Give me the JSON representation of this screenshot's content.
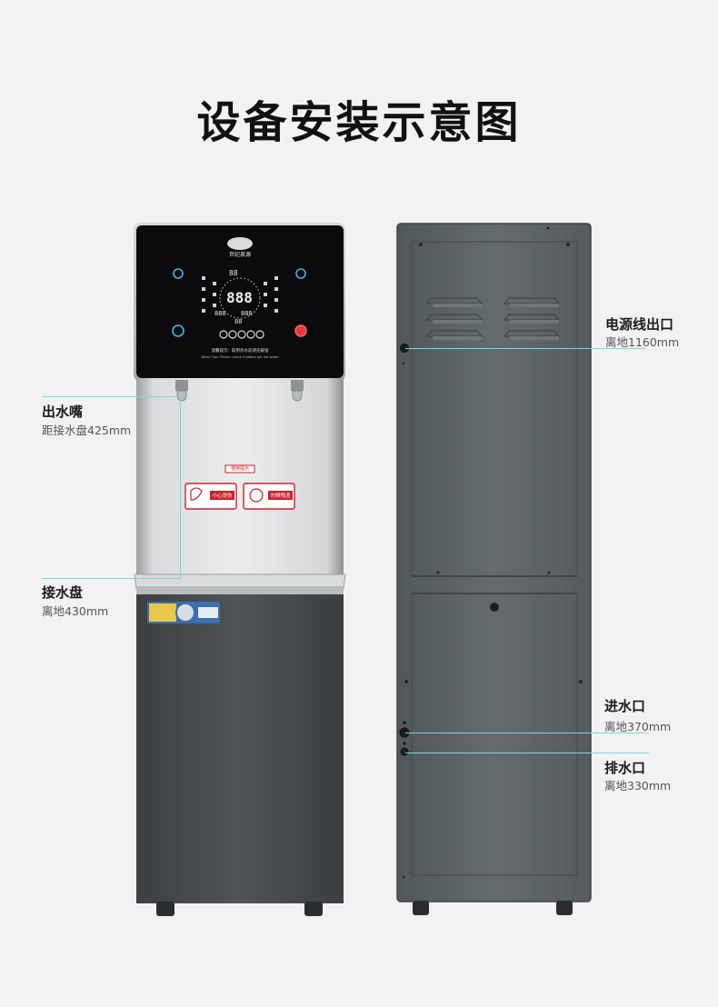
{
  "page": {
    "title": "设备安装示意图"
  },
  "front_unit": {
    "brand_text": "世纪泉源",
    "display_digits_main": "888",
    "display_digits_small": "888",
    "display_digits_tiny": "88",
    "hint_cn": "温馨提示：取用热水前请先解锁",
    "hint_en": "Warm Tips: Please unlock it before get hot water",
    "label_top": "使用提示",
    "warn_left": "小心烫伤",
    "warn_right": "勿倒残渣"
  },
  "callouts": {
    "spout": {
      "title": "出水嘴",
      "sub": "距接水盘425mm"
    },
    "drip_tray": {
      "title": "接水盘",
      "sub": "离地430mm"
    },
    "power_outlet": {
      "title": "电源线出口",
      "sub": "离地1160mm"
    },
    "water_inlet": {
      "title": "进水口",
      "sub": "离地370mm"
    },
    "drain_outlet": {
      "title": "排水口",
      "sub": "离地330mm"
    }
  },
  "colors": {
    "leader": "#7fd6d3",
    "body_dark": "#4a4f52",
    "rear_panel": "#5e6568",
    "steel": "#c9cbcc",
    "screen": "#0b0b0d"
  }
}
